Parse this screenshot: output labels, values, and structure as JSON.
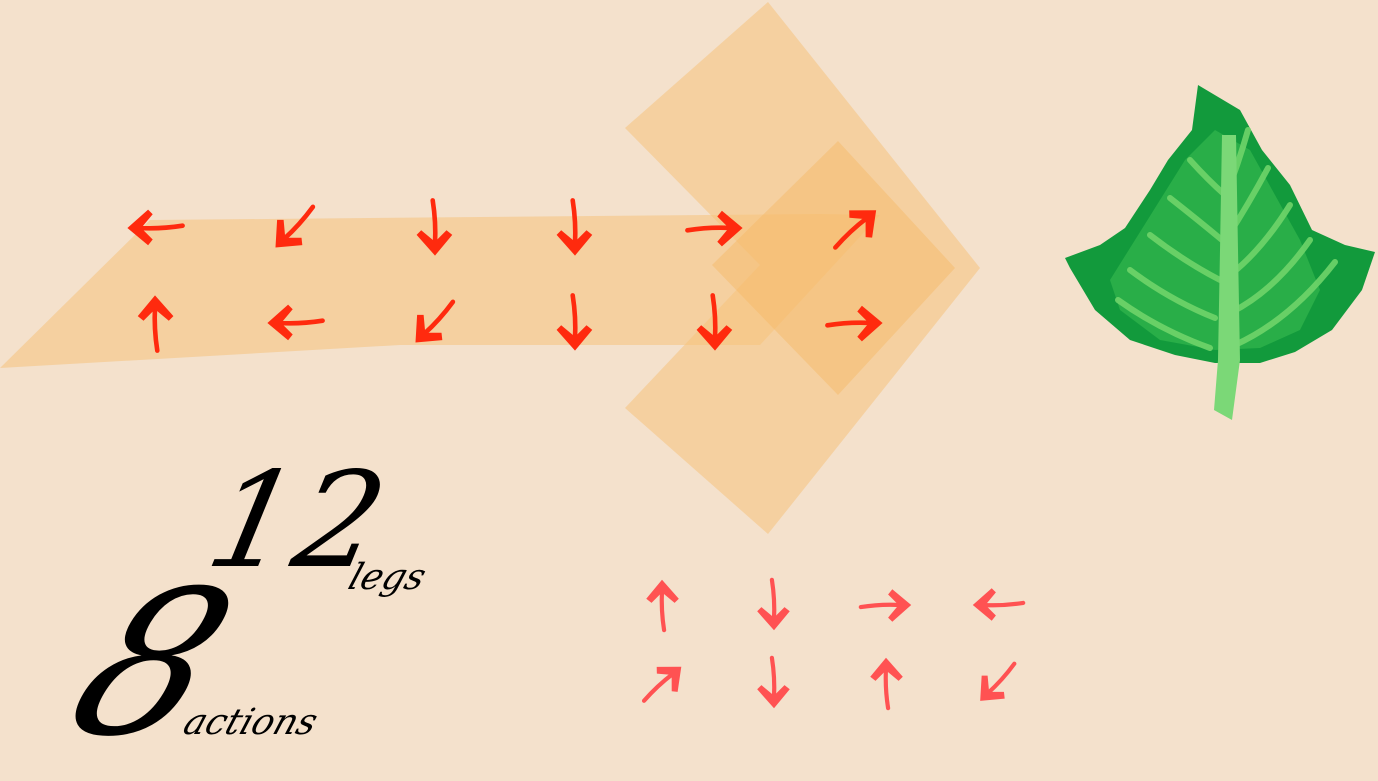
{
  "labels": {
    "number_large": "12",
    "number_large_caption": "legs",
    "number_small": "8",
    "number_small_caption": "actions"
  },
  "colors": {
    "background": "#f4e1cc",
    "arrow_band": "#f6c27c",
    "arrow_red": "#ff2a0e",
    "arrow_light_red": "#ff5252",
    "leaf_dark": "#129a3c",
    "leaf_mid": "#2eb24a",
    "leaf_light": "#6fd46a"
  },
  "arrow_grid_large": {
    "rows": [
      [
        "left",
        "down-left",
        "down",
        "down",
        "right",
        "up-right"
      ],
      [
        "up",
        "left",
        "down-left",
        "down",
        "down",
        "right"
      ]
    ]
  },
  "arrow_grid_small": {
    "rows": [
      [
        "up",
        "down",
        "right",
        "left"
      ],
      [
        "up-right",
        "down",
        "up",
        "down-left"
      ]
    ]
  },
  "icons": [
    "direction-arrow-icon",
    "leaf-icon"
  ]
}
